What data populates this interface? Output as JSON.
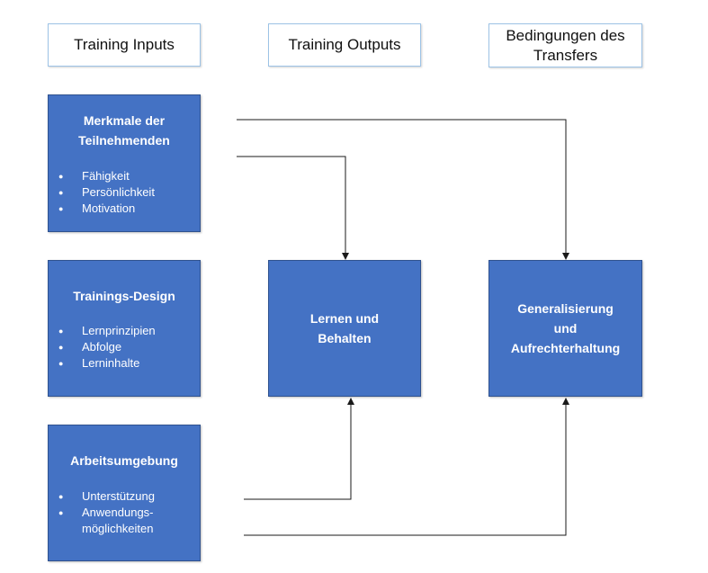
{
  "headers": {
    "inputs": "Training Inputs",
    "outputs": "Training Outputs",
    "conditions_line1": "Bedingungen des",
    "conditions_line2": "Transfers"
  },
  "inputs": [
    {
      "title_line1": "Merkmale der",
      "title_line2": "Teilnehmenden",
      "items": [
        "Fähigkeit",
        "Persönlichkeit",
        "Motivation"
      ]
    },
    {
      "title_line1": "Trainings-Design",
      "items": [
        "Lernprinzipien",
        "Abfolge",
        "Lerninhalte"
      ]
    },
    {
      "title_line1": "Arbeitsumgebung",
      "items": [
        "Unterstützung",
        "Anwendungs-",
        "möglichkeiten"
      ]
    }
  ],
  "outputs": {
    "learning_line1": "Lernen und",
    "learning_line2": "Behalten"
  },
  "conditions": {
    "line1": "Generalisierung",
    "line2": "und",
    "line3": "Aufrechterhaltung"
  },
  "colors": {
    "box_fill": "#4472c4",
    "box_border": "#2f528f",
    "header_border": "#9dc3e6",
    "arrow": "#1a1a1a"
  }
}
